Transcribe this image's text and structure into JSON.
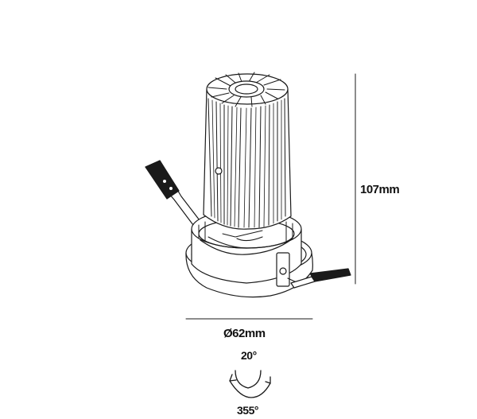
{
  "dimensions": {
    "height": "107mm",
    "diameter": "Ø62mm",
    "tilt_angle": "20°",
    "rotation_angle": "355°"
  },
  "colors": {
    "line": "#1a1a1a",
    "fill": "#ffffff",
    "dark": "#1a1a1a"
  },
  "icons": {
    "rotation": "rotation-arrow-icon",
    "heatsink": "heatsink-fins-icon"
  }
}
